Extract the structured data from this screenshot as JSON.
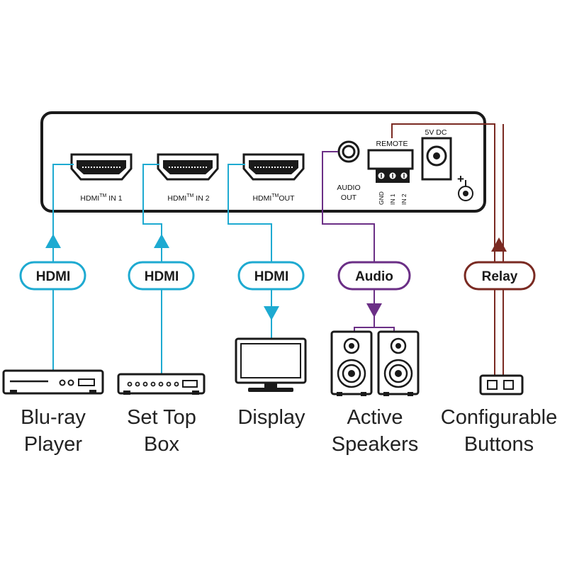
{
  "device": {
    "ports": {
      "hdmi_in_1": {
        "prefix": "HDMI",
        "tm": "TM",
        "suffix": " IN 1"
      },
      "hdmi_in_2": {
        "prefix": "HDMI",
        "tm": "TM",
        "suffix": " IN 2"
      },
      "hdmi_out": {
        "prefix": "HDMI",
        "tm": "TM",
        "suffix": "OUT"
      },
      "audio_out": {
        "line1": "AUDIO",
        "line2": "OUT"
      },
      "remote": {
        "label": "REMOTE",
        "pins": [
          "GND",
          "IN 1",
          "IN 2"
        ]
      },
      "power": {
        "label": "5V DC",
        "polarity": "+"
      }
    }
  },
  "cables": {
    "hdmi_1": {
      "label": "HDMI",
      "color": "#1eaad1"
    },
    "hdmi_2": {
      "label": "HDMI",
      "color": "#1eaad1"
    },
    "hdmi_3": {
      "label": "HDMI",
      "color": "#1eaad1"
    },
    "audio": {
      "label": "Audio",
      "color": "#6b2f86"
    },
    "relay": {
      "label": "Relay",
      "color": "#7a2a22"
    }
  },
  "devices": {
    "bluray": {
      "line1": "Blu-ray",
      "line2": "Player"
    },
    "settop": {
      "line1": "Set Top",
      "line2": "Box"
    },
    "display": {
      "line1": "Display"
    },
    "speakers": {
      "line1": "Active",
      "line2": "Speakers"
    },
    "buttons": {
      "line1": "Configurable",
      "line2": "Buttons"
    }
  }
}
